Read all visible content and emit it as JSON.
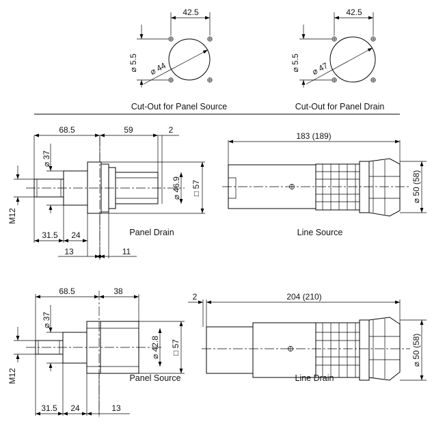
{
  "cutouts": {
    "source": {
      "spacing": "42.5",
      "hole": "5.5",
      "bore": "44",
      "caption": "Cut-Out for Panel Source"
    },
    "drain": {
      "spacing": "42.5",
      "hole": "5.5",
      "bore": "47",
      "caption": "Cut-Out for Panel Drain"
    }
  },
  "panel_drain": {
    "caption": "Panel Drain",
    "dims": {
      "overall": "68.5",
      "body": "59",
      "gap": "2",
      "dia_flange": "37",
      "thread": "M12",
      "dia_body": "46.9",
      "square": "57",
      "len_a": "31.5",
      "len_b": "24",
      "len_c": "13",
      "len_d": "11"
    }
  },
  "line_source": {
    "caption": "Line Source",
    "dims": {
      "length": "183 (189)",
      "dia": "50 (58)"
    }
  },
  "panel_source": {
    "caption": "Panel Source",
    "dims": {
      "overall": "68.5",
      "body": "38",
      "dia_flange": "37",
      "thread": "M12",
      "dia_body": "42.8",
      "square": "57",
      "len_a": "31.5",
      "len_b": "24",
      "len_c": "13"
    }
  },
  "line_drain": {
    "caption": "Line Drain",
    "dims": {
      "gap": "2",
      "length": "204 (210)",
      "dia": "50 (58)"
    }
  },
  "symbols": {
    "diameter": "⌀",
    "square": "□"
  }
}
